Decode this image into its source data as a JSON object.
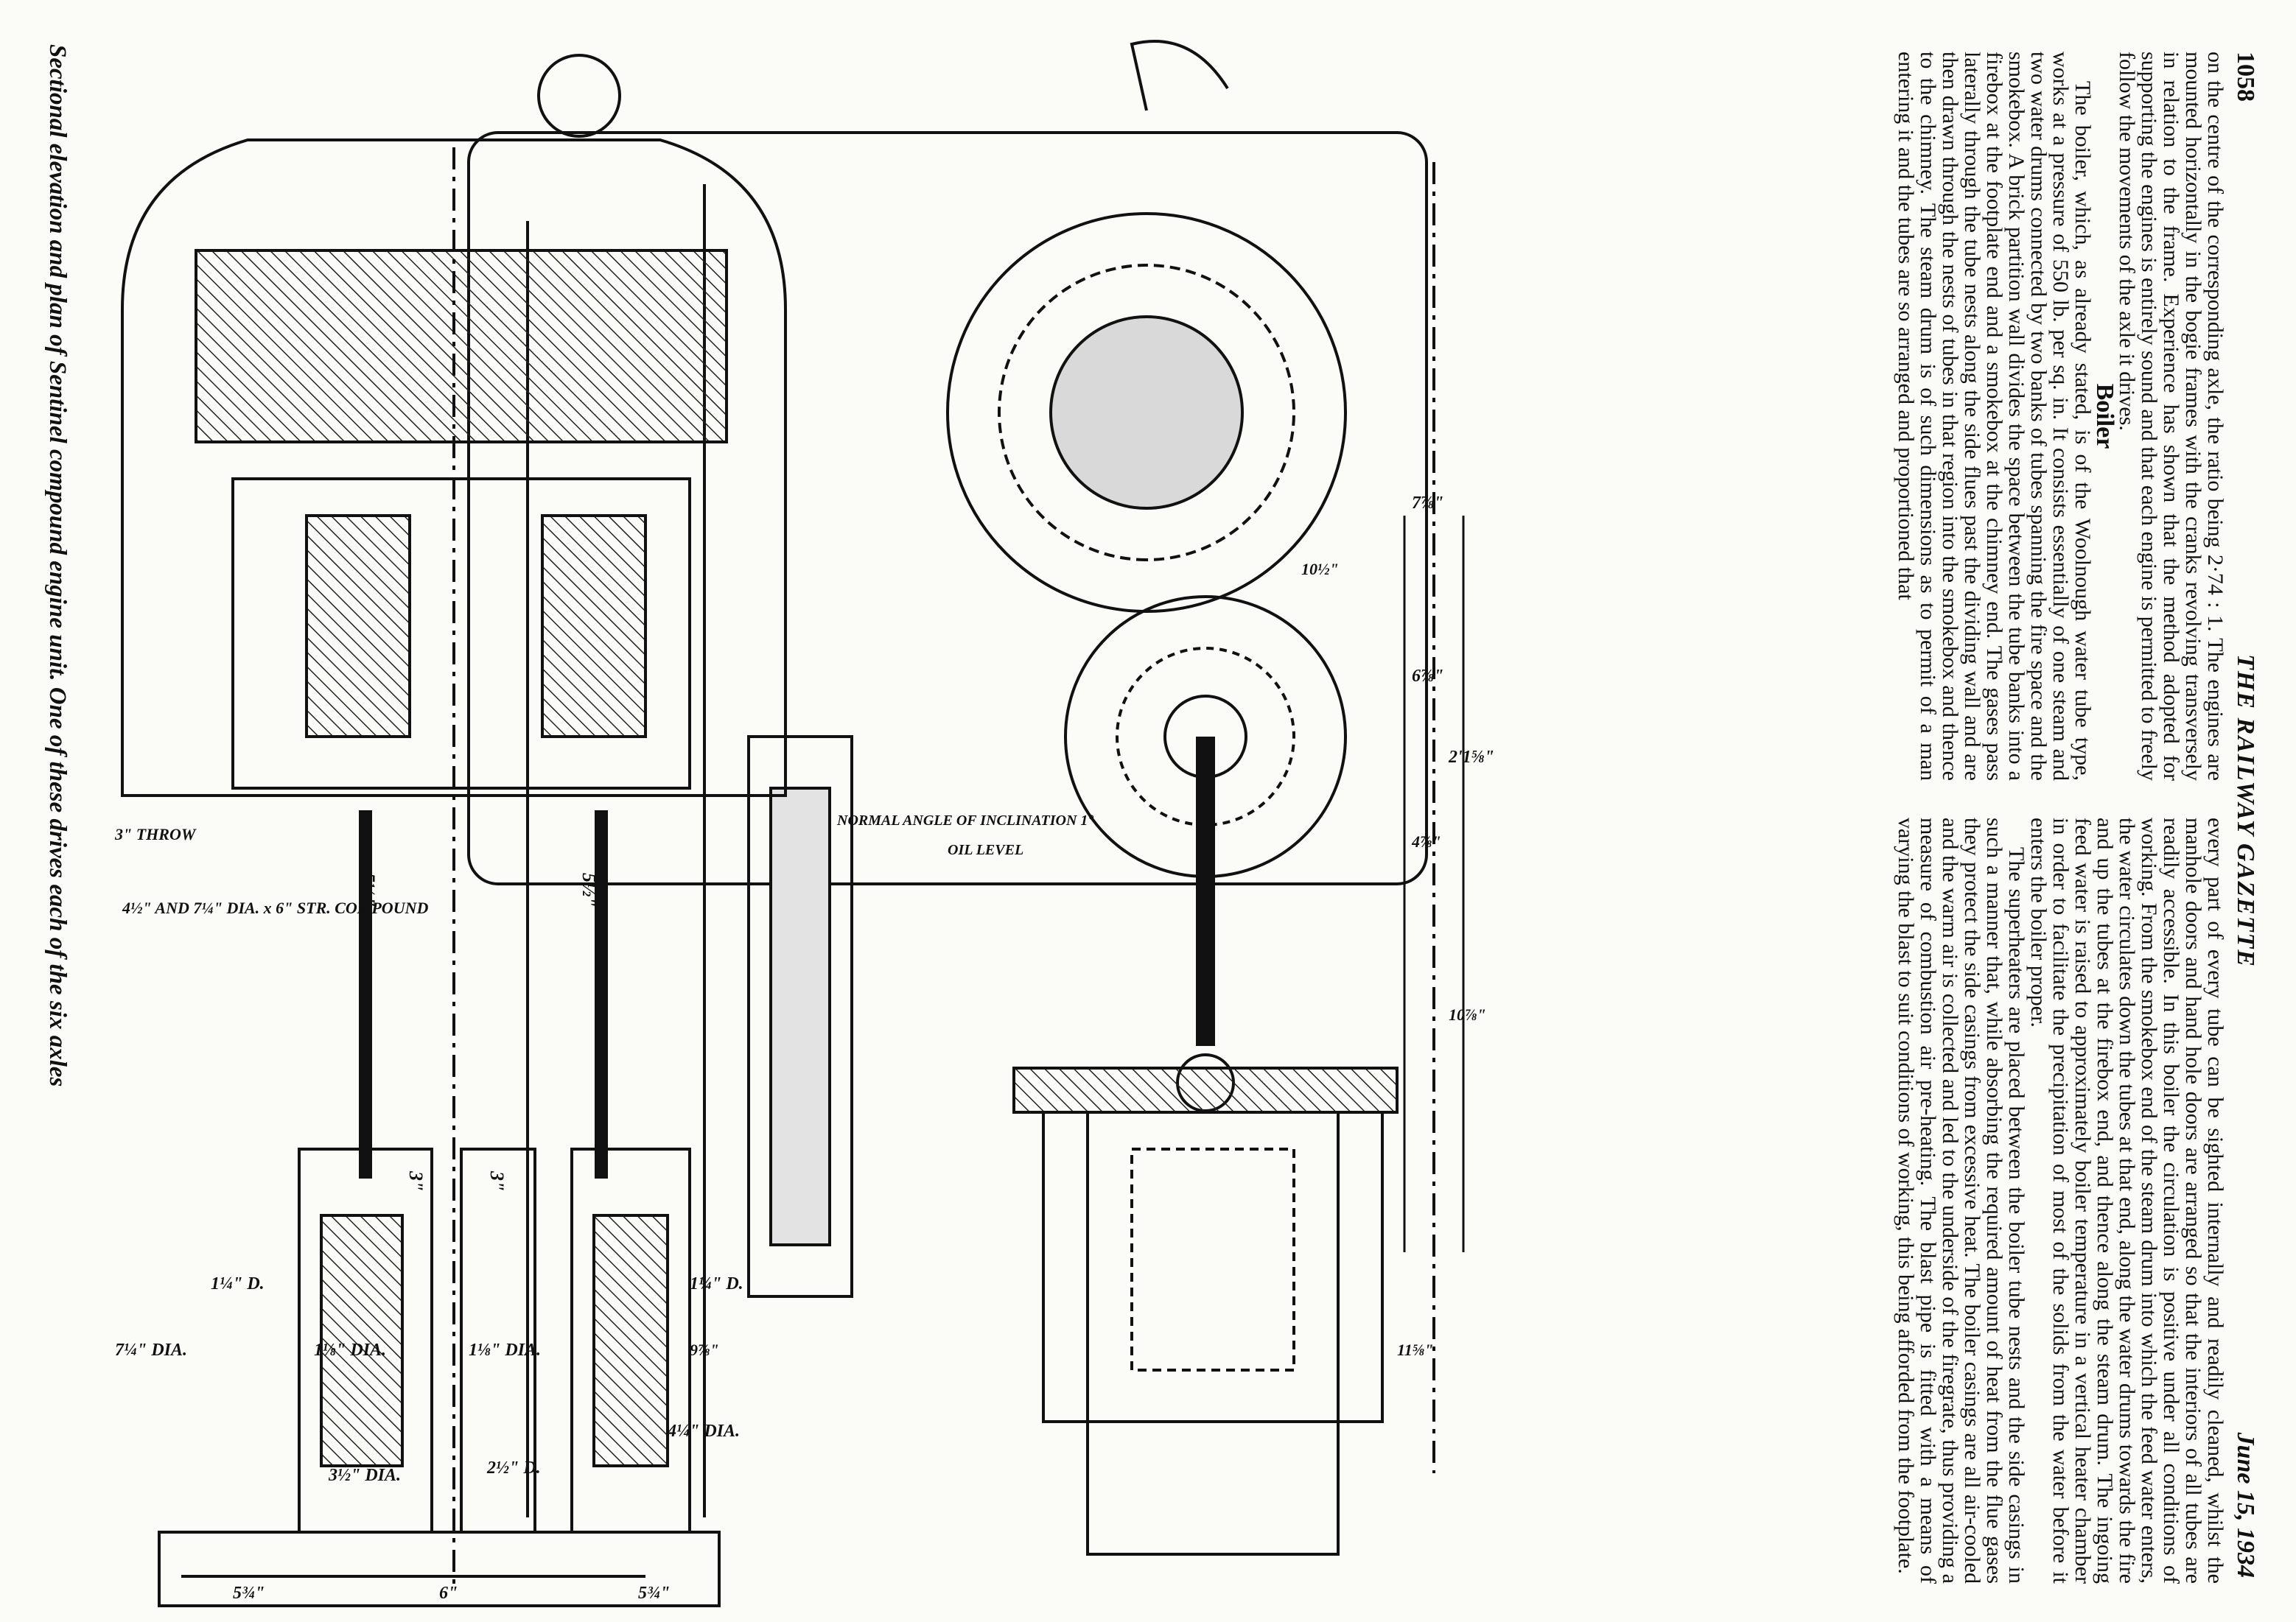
{
  "header": {
    "page_number": "1058",
    "journal": "THE RAILWAY GAZETTE",
    "date": "June 15, 1934"
  },
  "column_left": {
    "para1": "on the centre of the corresponding axle, the ratio being 2·74 : 1. The engines are mounted horizontally in the bogie frames with the cranks revolving transversely in relation to the frame. Experience has shown that the method adopted for supporting the engines is entirely sound and that each engine is permitted to freely follow the movements of the axle it drives.",
    "subheading": "Boiler",
    "para2": "The boiler, which, as already stated, is of the Woolnough water tube type, works at a pressure of 550 lb. per sq. in. It consists essentially of one steam and two water drums connected by two banks of tubes spanning the fire space and the smokebox. A brick partition wall divides the space between the tube banks into a firebox at the footplate end and a smokebox at the chimney end. The gases pass laterally through the tube nests along the side flues past the dividing wall and are then drawn through the nests of tubes in that region into the smokebox and thence to the chimney. The steam drum is of such dimensions as to permit of a man entering it and the tubes are so arranged and proportioned that"
  },
  "column_right": {
    "para1": "every part of every tube can be sighted internally and readily cleaned, whilst the manhole doors and hand hole doors are arranged so that the interiors of all tubes are readily accessible. In this boiler the circulation is positive under all conditions of working. From the smokebox end of the steam drum into which the feed water enters, the water circulates down the tubes at that end, along the water drums towards the fire and up the tubes at the firebox end, and thence along the steam drum. The ingoing feed water is raised to approximately boiler temperature in a vertical heater chamber in order to facilitate the precipitation of most of the solids from the water before it enters the boiler proper.",
    "para2": "The superheaters are placed between the boiler tube nests and the side casings in such a manner that, while absorbing the required amount of heat from the flue gases they protect the side casings from excessive heat. The boiler casings are all air-cooled and the warm air is collected and led to the underside of the firegrate, thus providing a measure of combustion air pre-heating. The blast pipe is fitted with a means of varying the blast to suit conditions of working, this being afforded from the footplate."
  },
  "drawing_labels": {
    "engine_title": "4½\" AND 7¼\" DIA. x 6\" STR. COMPOUND",
    "throw": "3\" THROW",
    "crank_left": "5½\"",
    "crank_right": "5½\"",
    "valve_left": "3\"",
    "valve_right": "3\"",
    "piston_rod_1": "1¼\" D.",
    "piston_rod_2": "1¼\" D.",
    "lp_cyl": "7¼\" DIA.",
    "valve_dia_1": "1⅛\" DIA.",
    "valve_dia_2": "1⅛\" DIA.",
    "hp_cyl": "4¼\" DIA.",
    "piston_valve_1": "3½\" DIA.",
    "piston_valve_2": "2½\" D.",
    "bottom_dim_left": "5¾\"",
    "bottom_dim_mid": "6\"",
    "bottom_dim_right": "5¾\"",
    "plan_top": "7⅞\"",
    "plan_angle": "10½\"",
    "plan_mid": "6⅞\"",
    "plan_overall": "2'1⅝\"",
    "plan_small": "4⅞\"",
    "plan_lower": "10⅞\"",
    "plan_bottom_right": "11⅝\"",
    "plan_bottom_left": "9⅞\"",
    "normal_angle": "NORMAL ANGLE OF INCLINATION 1°",
    "oil_level": "OIL LEVEL"
  },
  "caption": "Sectional elevation and plan of Sentinel compound engine unit. One of these drives each of the six axles"
}
